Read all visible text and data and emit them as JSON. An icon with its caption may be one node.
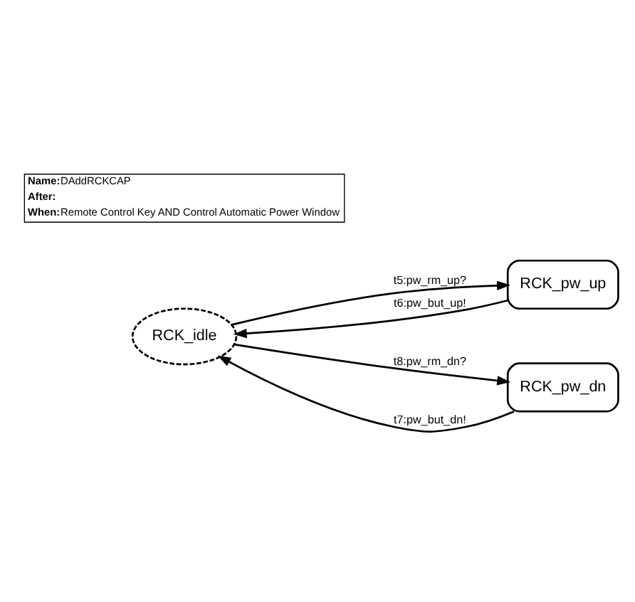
{
  "diagram": {
    "nodes": [
      {
        "text": [
          "RCK_pw_up"
        ]
      },
      {
        "text": [
          "RCK_idle"
        ]
      },
      {
        "text": [
          "RCK_pw_dn"
        ]
      }
    ],
    "edges": [
      {
        "from": 1,
        "to": 0,
        "arrow": "to",
        "label": "t5:pw_rm_up?"
      },
      {
        "from": 0,
        "to": 1,
        "arrow": "to",
        "label": "t6:pw_but_up!"
      },
      {
        "from": 2,
        "to": 1,
        "arrow": "to",
        "label": "t7:pw_but_dn!"
      },
      {
        "from": 1,
        "to": 2,
        "arrow": "to",
        "label": "t8:pw_rm_dn?"
      }
    ],
    "labels": [
      "Name:",
      "DAddRCKCAP",
      "After:",
      "When:",
      "Remote Control Key AND Control Automatic Power Window"
    ]
  }
}
